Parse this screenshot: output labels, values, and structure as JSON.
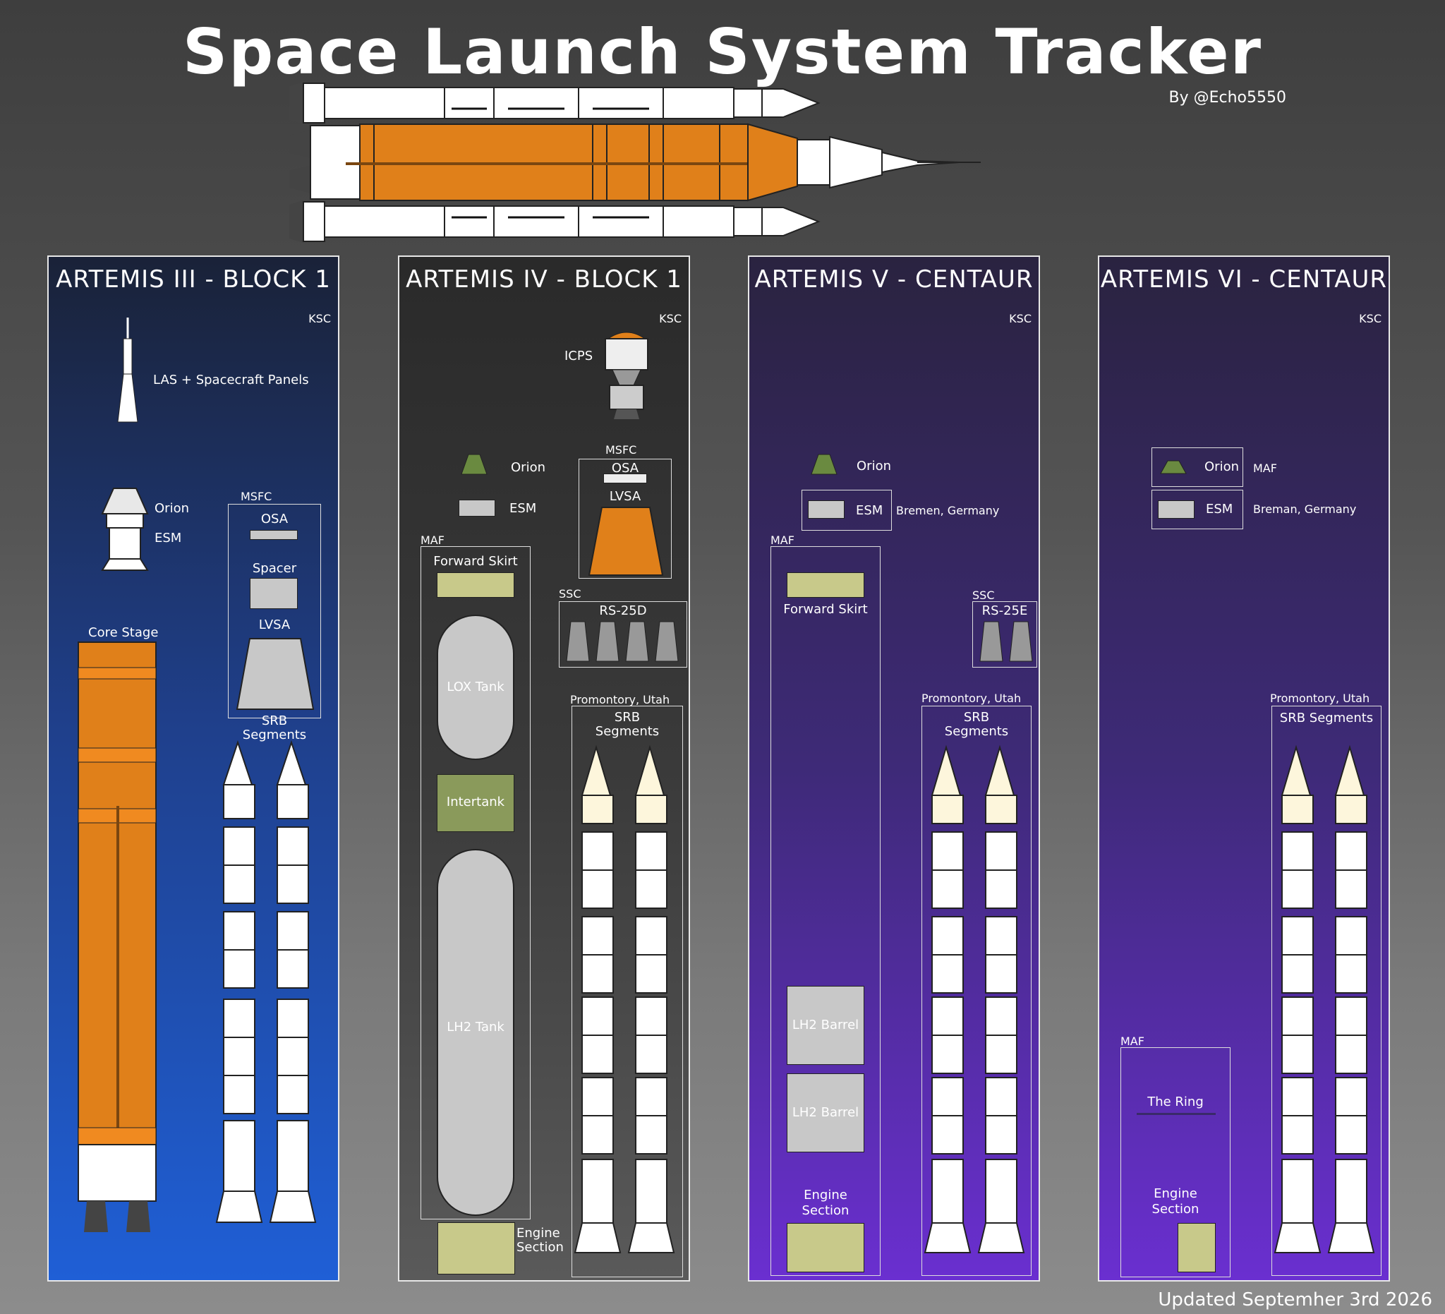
{
  "header": {
    "title": "Space Launch System Tracker",
    "byline": "By @Echo5550",
    "updated": "Updated Septemher 3rd 2026"
  },
  "colors": {
    "orange": "#e0801a",
    "olive": "#8a9a5b",
    "khaki": "#c8c98a",
    "panel_blue_top": "#1a2238",
    "panel_blue_bottom": "#1f5fd6",
    "panel_dark": "#2b2b2b",
    "panel_purple_top": "#2a2340",
    "panel_purple_bottom": "#6a2fd0"
  },
  "panels": [
    {
      "title": "ARTEMIS III - BLOCK 1",
      "site_ksc": "KSC",
      "las": "LAS + Spacecraft Panels",
      "orion": "Orion",
      "esm": "ESM",
      "site_msfc": "MSFC",
      "osa": "OSA",
      "spacer": "Spacer",
      "lvsa": "LVSA",
      "core_stage": "Core Stage",
      "srb": "SRB\nSegments"
    },
    {
      "title": "ARTEMIS IV - BLOCK 1",
      "site_ksc": "KSC",
      "icps": "ICPS",
      "orion": "Orion",
      "esm": "ESM",
      "site_msfc": "MSFC",
      "osa": "OSA",
      "lvsa": "LVSA",
      "site_maf": "MAF",
      "forward_skirt": "Forward Skirt",
      "lox_tank": "LOX Tank",
      "intertank": "Intertank",
      "lh2_tank": "LH2 Tank",
      "engine_section": "Engine\nSection",
      "site_ssc": "SSC",
      "engines": "RS-25D",
      "site_promontory": "Promontory, Utah",
      "srb": "SRB\nSegments"
    },
    {
      "title": "ARTEMIS V - CENTAUR",
      "site_ksc": "KSC",
      "orion": "Orion",
      "esm": "ESM",
      "esm_location": "Bremen, Germany",
      "site_maf": "MAF",
      "forward_skirt": "Forward Skirt",
      "lh2_barrel_1": "LH2 Barrel",
      "lh2_barrel_2": "LH2 Barrel",
      "engine_section": "Engine\nSection",
      "site_ssc": "SSC",
      "engines": "RS-25E",
      "site_promontory": "Promontory, Utah",
      "srb": "SRB\nSegments"
    },
    {
      "title": "ARTEMIS VI - CENTAUR",
      "site_ksc": "KSC",
      "orion": "Orion",
      "orion_location": "MAF",
      "esm": "ESM",
      "esm_location": "Breman, Germany",
      "site_maf": "MAF",
      "the_ring": "The Ring",
      "engine_section": "Engine\nSection",
      "site_promontory": "Promontory, Utah",
      "srb": "SRB Segments"
    }
  ]
}
